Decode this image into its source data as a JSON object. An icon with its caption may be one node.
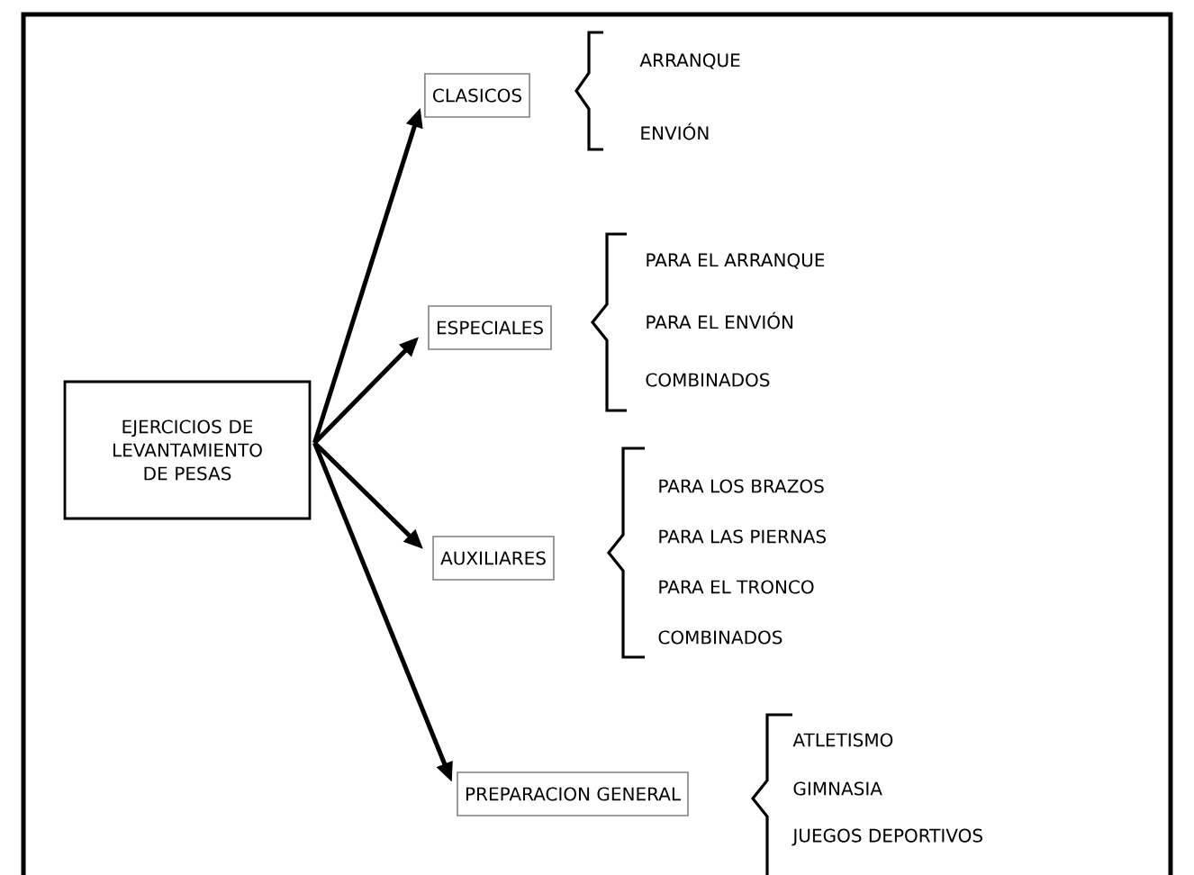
{
  "diagram": {
    "nodes": [
      {
        "text": [
          "EJERCICIOS DE LEVANTAMIENTO DE PESAS"
        ]
      },
      {
        "text": [
          "CLASICOS"
        ]
      },
      {
        "text": [
          "ESPECIALES"
        ]
      },
      {
        "text": [
          "AUXILIARES"
        ]
      },
      {
        "text": [
          "PREPARACION GENERAL"
        ]
      }
    ],
    "edges": [
      {
        "from": 0,
        "to": 1,
        "arrow": "to"
      },
      {
        "from": 0,
        "to": 2,
        "arrow": "to"
      },
      {
        "from": 0,
        "to": 3,
        "arrow": "to"
      },
      {
        "from": 0,
        "to": 4,
        "arrow": "to"
      }
    ],
    "labels": [
      "ARRANQUE",
      "ENVIÓN",
      "PARA EL ARRANQUE",
      "PARA EL ENVIÓN",
      "COMBINADOS",
      "PARA LOS BRAZOS",
      "PARA LAS PIERNAS",
      "PARA EL TRONCO",
      "COMBINADOS",
      "ATLETISMO",
      "GIMNASIA",
      "JUEGOS DEPORTIVOS"
    ]
  }
}
